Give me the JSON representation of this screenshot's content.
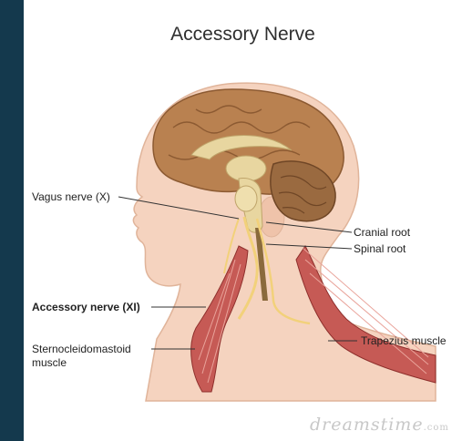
{
  "title": "Accessory Nerve",
  "labels": {
    "vagus": "Vagus nerve (X)",
    "accessory": "Accessory nerve (XI)",
    "sterno_line1": "Sternocleidomastoid",
    "sterno_line2": "muscle",
    "cranial_root": "Cranial root",
    "spinal_root": "Spinal root",
    "trapezius": "Trapezius muscle"
  },
  "watermark": {
    "text": "dreamstime",
    "suffix": ".com"
  },
  "colors": {
    "background": "#14394d",
    "skin": "#f5d3bf",
    "brain": "#b98150",
    "nerve": "#f2d17a",
    "muscle": "#c65a55"
  }
}
